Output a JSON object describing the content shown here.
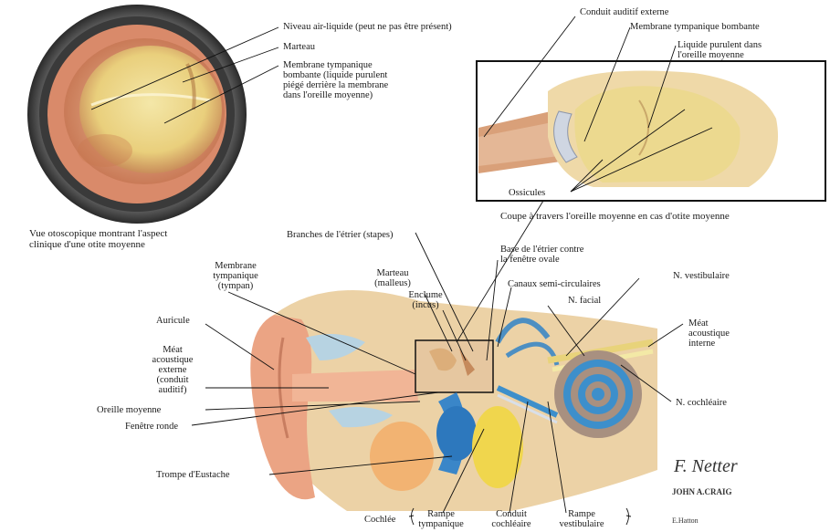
{
  "otoscope": {
    "labels": {
      "air_liquid": "Niveau air-liquide (peut ne pas être présent)",
      "marteau": "Marteau",
      "membrane": "Membrane tympanique\nbombante (liquide purulent\npiégé derrière la membrane\ndans l'oreille moyenne)"
    },
    "caption": "Vue otoscopique montrant l'aspect\nclinique d'une otite moyenne"
  },
  "inset": {
    "labels": {
      "conduit": "Conduit auditif externe",
      "membrane": "Membrane tympanique bombante",
      "liquide": "Liquide purulent dans\nl'oreille moyenne",
      "ossicules": "Ossicules"
    },
    "caption": "Coupe à travers l'oreille moyenne en cas d'otite moyenne"
  },
  "main": {
    "labels": {
      "branches": "Branches de l'étrier (stapes)",
      "base": "Base de l'étrier contre\nla fenêtre ovale",
      "membrane_tymp": "Membrane\ntympanique\n(tympan)",
      "marteau": "Marteau\n(malleus)",
      "enclume": "Enclume\n(incus)",
      "canaux": "Canaux semi-circulaires",
      "n_vestibulaire": "N. vestibulaire",
      "n_facial": "N. facial",
      "meat_interne": "Méat\nacoustique\ninterne",
      "auricule": "Auricule",
      "meat_externe": "Méat\nacoustique\nexterne\n(conduit\nauditif)",
      "oreille_moyenne": "Oreille moyenne",
      "fenetre_ronde": "Fenêtre ronde",
      "trompe": "Trompe d'Eustache",
      "n_cochleaire": "N. cochléaire",
      "cochlee": "Cochlée",
      "rampe_tymp": "Rampe\ntympanique",
      "conduit_cochl": "Conduit\ncochléaire",
      "rampe_vest": "Rampe\nvestibulaire"
    }
  },
  "signature": {
    "netter": "F. Netter",
    "craig": "JOHN A.CRAIG",
    "hatton": "E.Hatton"
  }
}
